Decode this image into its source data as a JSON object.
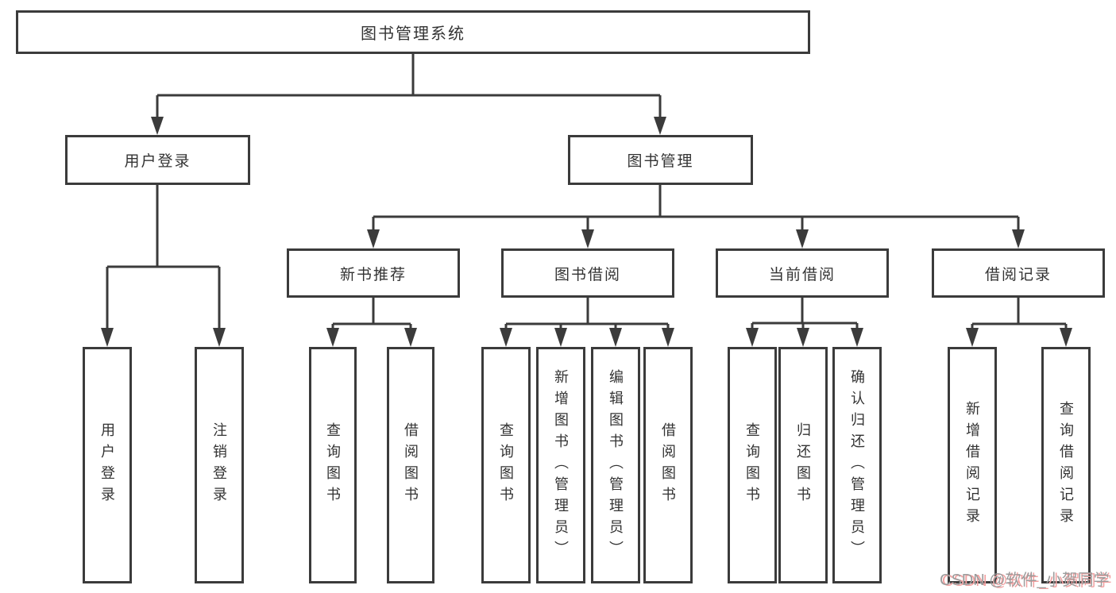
{
  "tree": {
    "label": "图书管理系统",
    "children": [
      {
        "label": "用户登录",
        "children": [
          {
            "label": "用户登录"
          },
          {
            "label": "注销登录"
          }
        ]
      },
      {
        "label": "图书管理",
        "children": [
          {
            "label": "新书推荐",
            "children": [
              {
                "label": "查询图书"
              },
              {
                "label": "借阅图书"
              }
            ]
          },
          {
            "label": "图书借阅",
            "children": [
              {
                "label": "查询图书"
              },
              {
                "label": "新增图书（管理员）"
              },
              {
                "label": "编辑图书（管理员）"
              },
              {
                "label": "借阅图书"
              }
            ]
          },
          {
            "label": "当前借阅",
            "children": [
              {
                "label": "查询图书"
              },
              {
                "label": "归还图书"
              },
              {
                "label": "确认归还（管理员）"
              }
            ]
          },
          {
            "label": "借阅记录",
            "children": [
              {
                "label": "新增借阅记录"
              },
              {
                "label": "查询借阅记录"
              }
            ]
          }
        ]
      }
    ]
  },
  "watermark": {
    "text": "CSDN @软件_小贺同学"
  },
  "colors": {
    "line": "#3b3b3b",
    "text": "#333333",
    "background": "#ffffff",
    "watermark_gray": "#9c9c9c",
    "watermark_red_shadow": "#f2a0a0"
  }
}
